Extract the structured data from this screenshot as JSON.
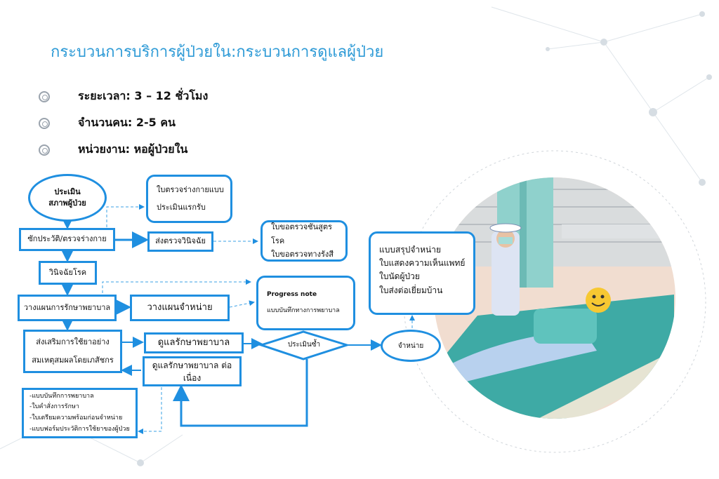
{
  "title": "กระบวนการบริการผู้ป่วยใน:กระบวนการดูแลผู้ป่วย",
  "bullets": [
    {
      "label": "ระยะเวลา:",
      "value": "3 – 12 ชั่วโมง"
    },
    {
      "label": "จำนวนคน:",
      "value": "2-5 คน"
    },
    {
      "label": "หน่วยงาน:",
      "value": "หอผู้ป่วยใน"
    }
  ],
  "flow": {
    "assess_1": "ประเมิน",
    "assess_2": "สภาพผู้ป่วย",
    "physical_form_1": "ใบตรวจร่างกายแบบ",
    "physical_form_2": "ประเมินแรกรับ",
    "history": "ซักประวัติ/ตรวจร่างกาย",
    "send_diag": "ส่งตรวจวินิจฉัย",
    "lab_forms": [
      "ใบขอตรวจชันสูตรโรค",
      "ใบขอตรวจทางรังสี"
    ],
    "diagnose": "วินิจฉัยโรค",
    "care_plan": "วางแผนการรักษาพยาบาล",
    "discharge_plan": "วางแผนจำหน่าย",
    "progress_1": "Progress note",
    "progress_2": "แบบบันทึกทางการพยาบาล",
    "promote_1": "ส่งเสริมการใช้ยาอย่าง",
    "promote_2": "สมเหตุสมผลโดยเภสัชกร",
    "nursing_care": "ดูแลรักษาพยาบาล",
    "continued_care": "ดูแลรักษาพยาบาล ต่อเนื่อง",
    "reassess": "ประเมินซ้ำ",
    "discharge": "จำหน่าย",
    "records": [
      "-แบบบันทึกการพยาบาล",
      "-ใบคำสั่งการรักษา",
      "-ใบเตรียมความพร้อมก่อนจำหน่าย",
      "-แบบฟอร์มประวัติการใช้ยาของผู้ป่วย"
    ],
    "discharge_forms": [
      "แบบสรุปจำหน่าย",
      "ใบแสดงความเห็นแพทย์",
      "ใบนัดผู้ป่วย",
      "ใบส่งต่อเยี่ยมบ้าน"
    ]
  },
  "colors": {
    "accent": "#1f8fe0",
    "title": "#2d9ad6"
  }
}
